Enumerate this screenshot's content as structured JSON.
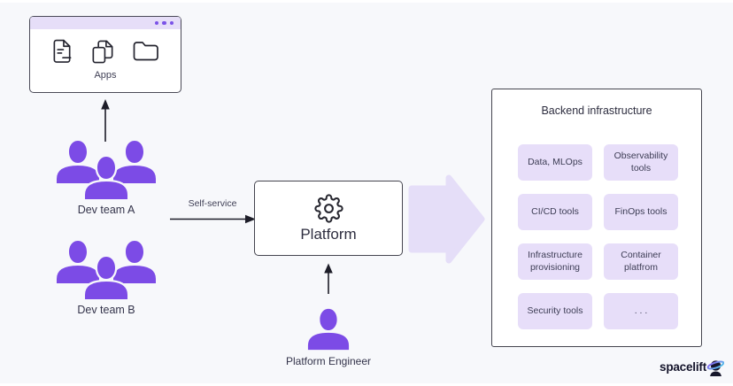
{
  "colors": {
    "background": "#f7f8fb",
    "accent_purple": "#7c4be6",
    "lavender": "#e6def8",
    "border_dark": "#45454f",
    "text_dark": "#2d2d3f",
    "brand_navy": "#14142b",
    "titlebar_dot": "#7b52e8"
  },
  "apps_window": {
    "label": "Apps",
    "icons": [
      "document-icon",
      "copy-icon",
      "folder-icon"
    ]
  },
  "teams": [
    {
      "label": "Dev team A"
    },
    {
      "label": "Dev team B"
    }
  ],
  "self_service_arrow": {
    "label": "Self-service"
  },
  "platform_box": {
    "label": "Platform",
    "icon": "gear-icon"
  },
  "platform_engineer": {
    "label": "Platform Engineer"
  },
  "backend": {
    "title": "Backend infrastructure",
    "tiles": [
      "Data, MLOps",
      "Observability tools",
      "CI/CD tools",
      "FinOps tools",
      "Infrastructure provisioning",
      "Container platfrom",
      "Security tools",
      ". . ."
    ]
  },
  "brand": {
    "label": "spacelift",
    "icon": "astronaut-icon"
  }
}
